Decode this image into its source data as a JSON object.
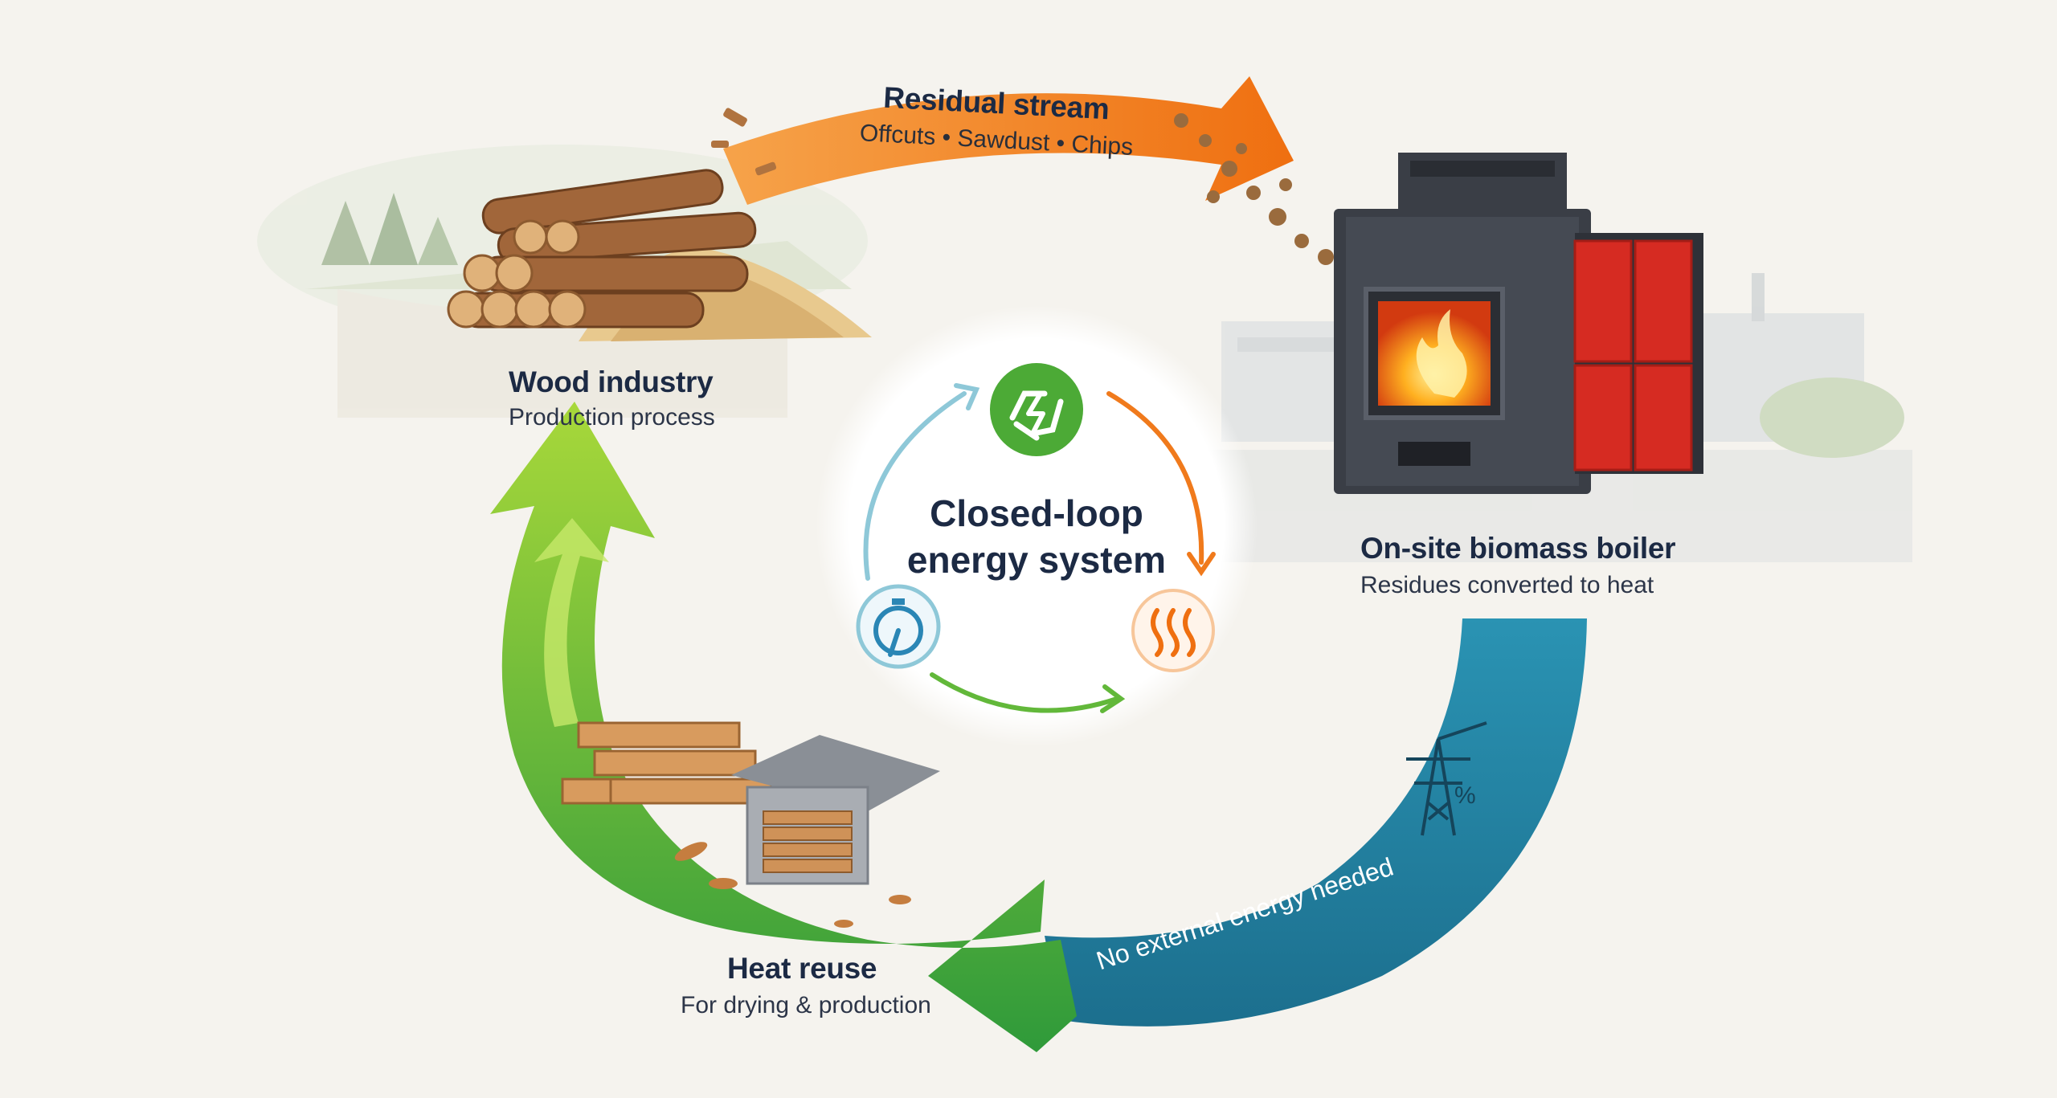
{
  "residual": {
    "title": "Residual stream",
    "subtitle": "Offcuts • Sawdust • Chips"
  },
  "wood": {
    "title": "Wood industry",
    "subtitle": "Production process"
  },
  "boiler": {
    "title": "On-site biomass boiler",
    "subtitle": "Residues converted to heat"
  },
  "reuse": {
    "title": "Heat reuse",
    "subtitle": "For drying & production"
  },
  "center": {
    "line1": "Closed-loop",
    "line2": "energy system"
  },
  "bottom_arrow": {
    "text": "No external energy needed"
  },
  "colors": {
    "orange": "#f07a1c",
    "teal": "#1f86a8",
    "green": "#4fae2e",
    "navy": "#1c2a44",
    "red": "#d62b22"
  },
  "icons": [
    "recycle-energy-icon",
    "heat-waves-icon",
    "measurement-gauge-icon",
    "power-pylon-icon"
  ]
}
